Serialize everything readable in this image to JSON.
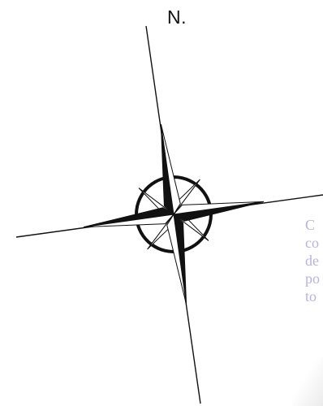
{
  "north_label": "N.",
  "margin_text_fragment": [
    "C",
    "co",
    "de",
    "po",
    "to"
  ],
  "colors": {
    "ink": "#111111",
    "paper": "#ffffff",
    "faded_text": "#b4b6dc"
  },
  "icons": {
    "compass_rose": "compass-rose-icon"
  }
}
